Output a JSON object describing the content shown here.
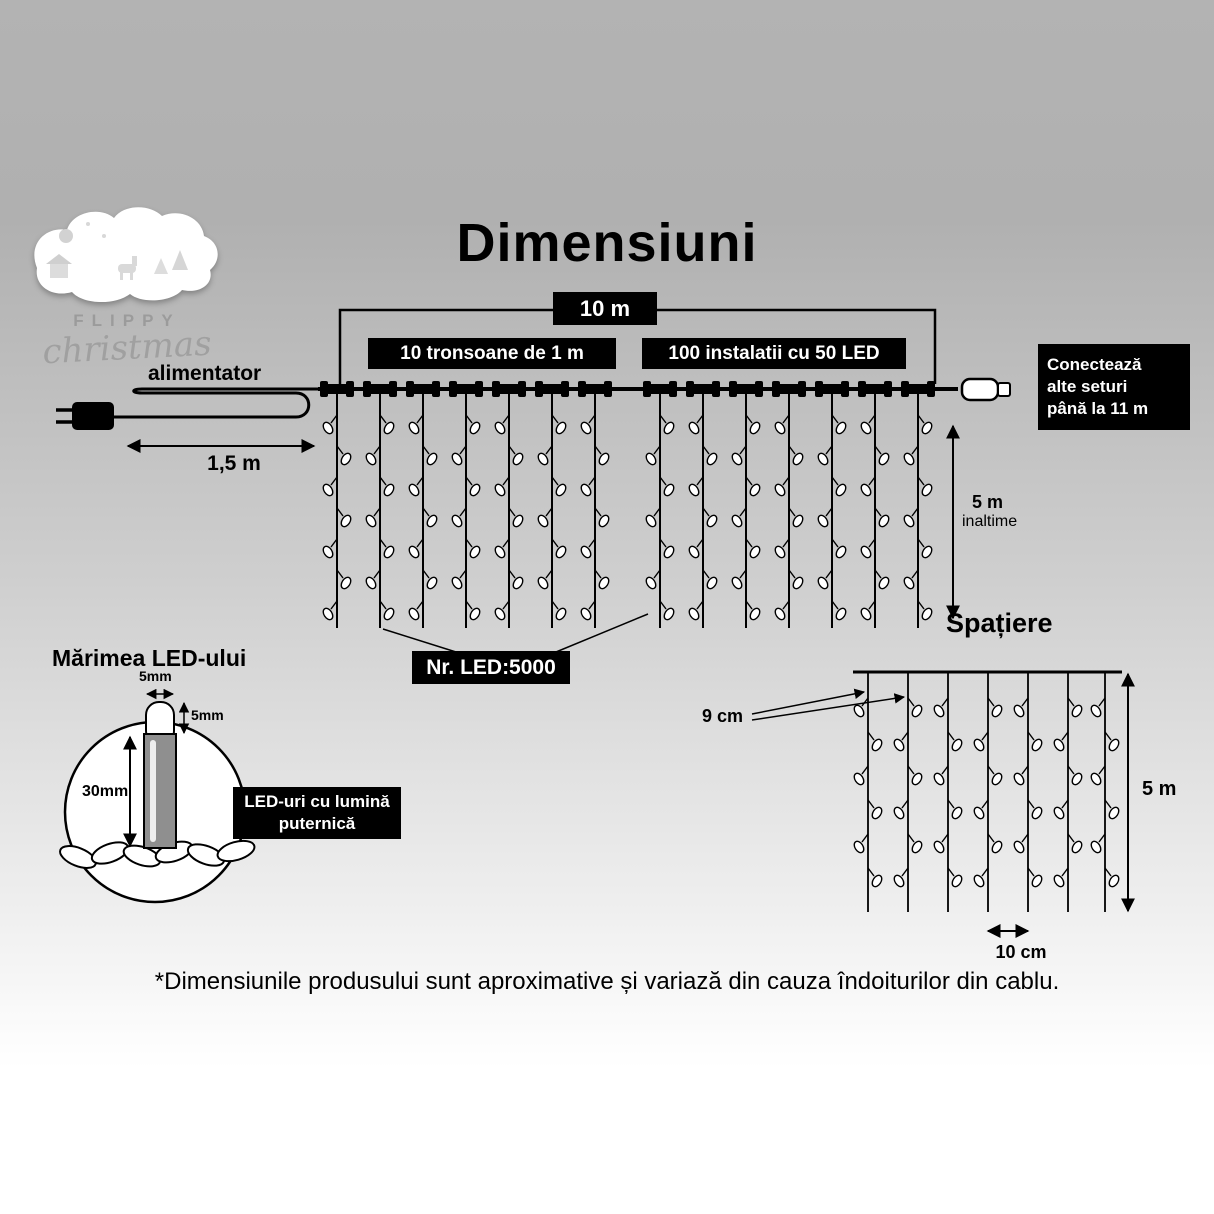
{
  "page": {
    "title": "Dimensiuni",
    "footnote": "*Dimensiunile produsului sunt aproximative și variază din cauza îndoiturilor din cablu."
  },
  "logo": {
    "top": "FLIPPY",
    "script": "christmas"
  },
  "main": {
    "total_width": "10 m",
    "segment_left": "10 tronsoane de 1 m",
    "segment_right": "100 instalatii cu 50 LED",
    "power": "alimentator",
    "cable_len": "1,5 m",
    "height": "5 m",
    "height_sub": "inaltime",
    "connect": "Conectează\nalte seturi\npână la 11 m",
    "led_count": "Nr. LED:5000"
  },
  "spacing": {
    "heading": "Spațiere",
    "h_gap": "9 cm",
    "height": "5 m",
    "bottom_gap": "10 cm"
  },
  "led_size": {
    "heading": "Mărimea LED-ului",
    "width": "5mm",
    "tip": "5mm",
    "length": "30mm",
    "note": "LED-uri cu lumină\nputernică"
  },
  "colors": {
    "box_bg": "#000000",
    "box_text": "#ffffff",
    "line": "#000000",
    "background_top": "#b3b3b3",
    "background_bottom": "#ffffff"
  }
}
